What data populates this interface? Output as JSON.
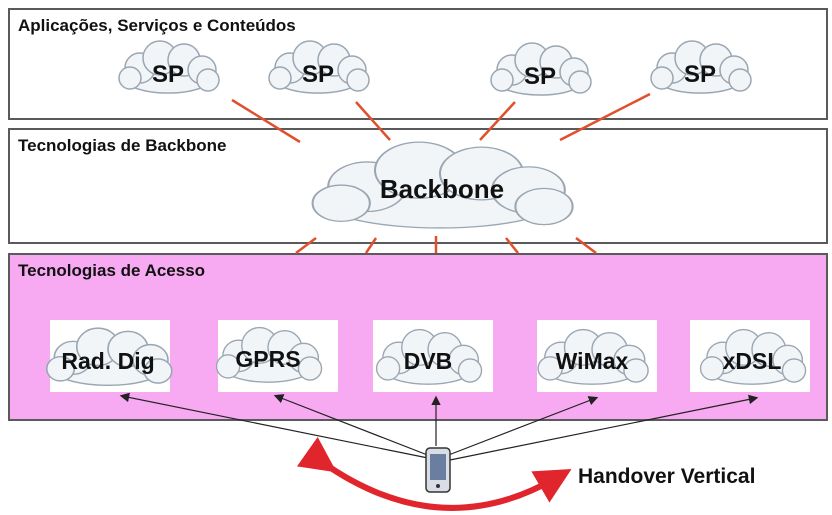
{
  "layers": {
    "apps": {
      "title": "Aplicações, Serviços e Conteúdos"
    },
    "backbone": {
      "title": "Tecnologias de Backbone"
    },
    "access": {
      "title": "Tecnologias de Acesso"
    }
  },
  "service_providers": [
    "SP",
    "SP",
    "SP",
    "SP"
  ],
  "backbone_cloud": "Backbone",
  "access_networks": [
    "Rad. Dig",
    "GPRS",
    "DVB",
    "WiMax",
    "xDSL"
  ],
  "handover_label": "Handover Vertical",
  "icons": {
    "cloud": "cloud-icon",
    "device": "mobile-device-icon",
    "arrow": "curved-double-arrow-icon"
  },
  "colors": {
    "access_layer_bg": "#f7a9f2",
    "link_lines": "#e0502c",
    "handover_arrow": "#e0262c",
    "cloud_fill": "#f2f5f8"
  }
}
